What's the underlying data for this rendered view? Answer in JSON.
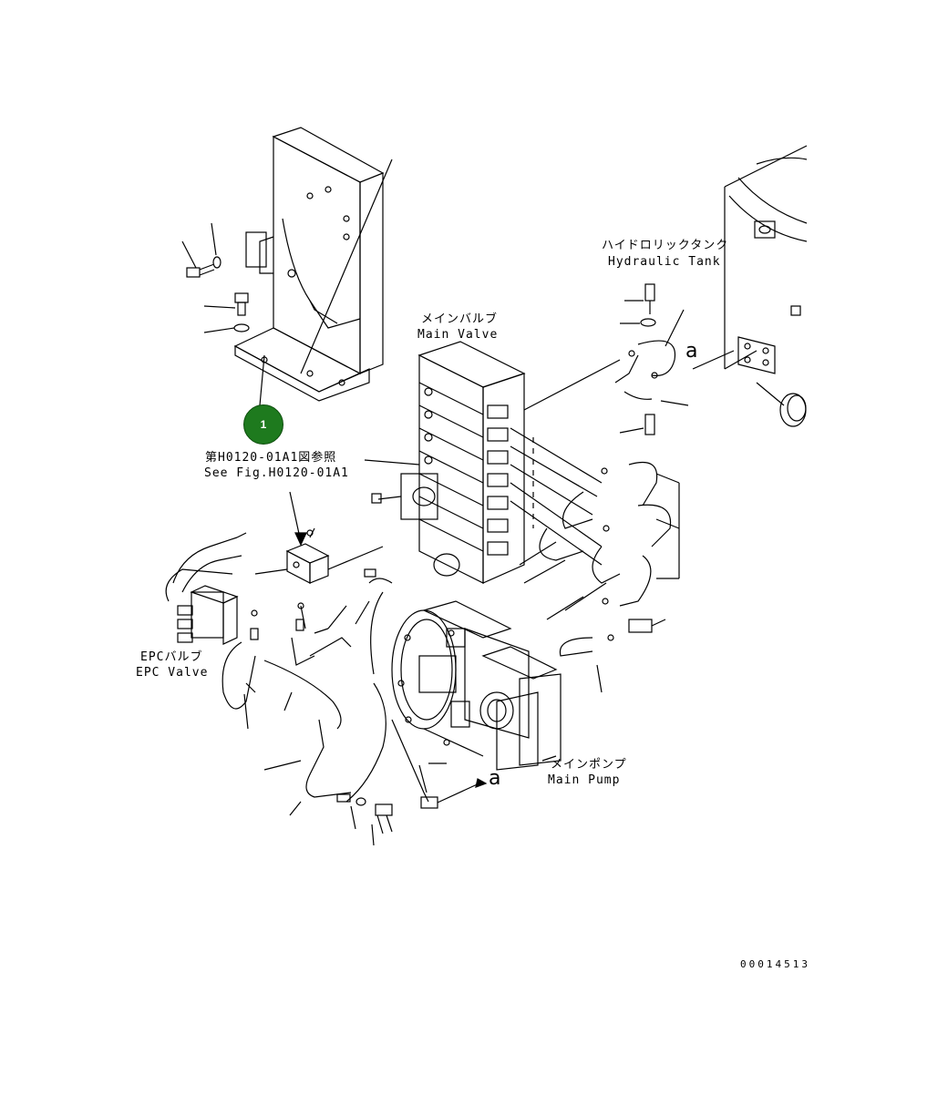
{
  "labels": {
    "hydraulic_tank_jp": "ハイドロリックタンク",
    "hydraulic_tank_en": "Hydraulic Tank",
    "main_valve_jp": "メインバルブ",
    "main_valve_en": "Main Valve",
    "see_fig_jp": "第H0120-01A1図参照",
    "see_fig_en": "See Fig.H0120-01A1",
    "epc_valve_jp": "EPCバルブ",
    "epc_valve_en": "EPC Valve",
    "main_pump_jp": "メインポンプ",
    "main_pump_en": "Main Pump",
    "ref_a_upper": "a",
    "ref_a_lower": "a"
  },
  "callout": {
    "number": "1",
    "color": "#1e7a1e"
  },
  "document_number": "00014513"
}
